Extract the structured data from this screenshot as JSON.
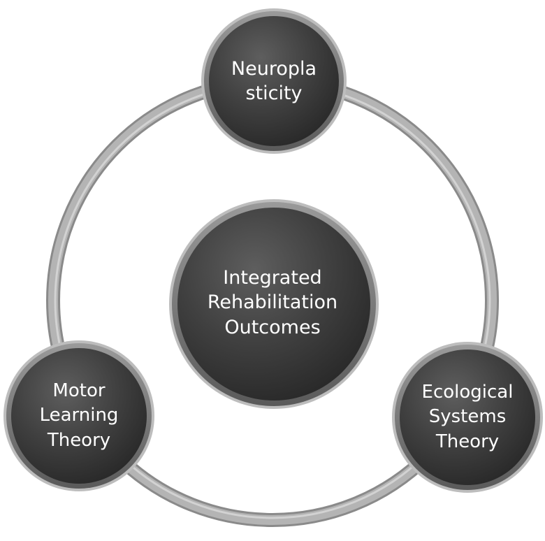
{
  "diagram": {
    "center": {
      "lines": [
        "Integrated",
        "Rehabilitation",
        "Outcomes"
      ]
    },
    "nodes": [
      {
        "id": "neuroplasticity",
        "lines": [
          "Neuropla",
          "sticity"
        ]
      },
      {
        "id": "motor-learning",
        "lines": [
          "Motor",
          "Learning",
          "Theory"
        ]
      },
      {
        "id": "ecological-systems",
        "lines": [
          "Ecological",
          "Systems",
          "Theory"
        ]
      }
    ]
  }
}
